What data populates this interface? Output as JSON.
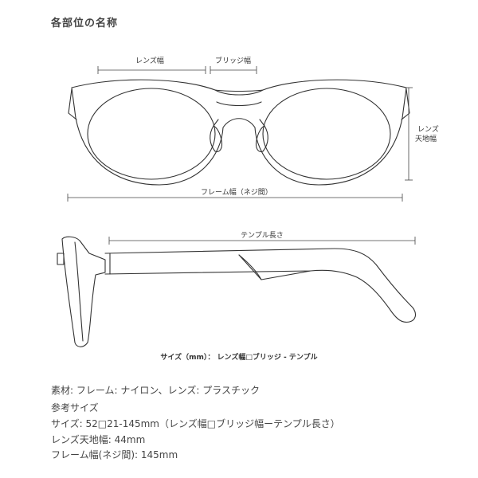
{
  "heading": "各部位の名称",
  "labels": {
    "lens_width": "レンズ幅",
    "bridge_width": "ブリッジ幅",
    "lens_height_line1": "レンズ",
    "lens_height_line2": "天地幅",
    "frame_width": "フレーム幅（ネジ間）",
    "temple_length": "テンプル長さ"
  },
  "size_caption": "サイズ（mm）： レンズ幅□ブリッジ - テンプル",
  "specs": {
    "material": "素材: フレーム: ナイロン、レンズ: プラスチック",
    "reference_heading": "参考サイズ",
    "size": "サイズ: 52□21-145mm（レンズ幅□ブリッジ幅ーテンプル長さ）",
    "lens_height": "レンズ天地幅: 44mm",
    "frame_width": "フレーム幅(ネジ間): 145mm"
  }
}
